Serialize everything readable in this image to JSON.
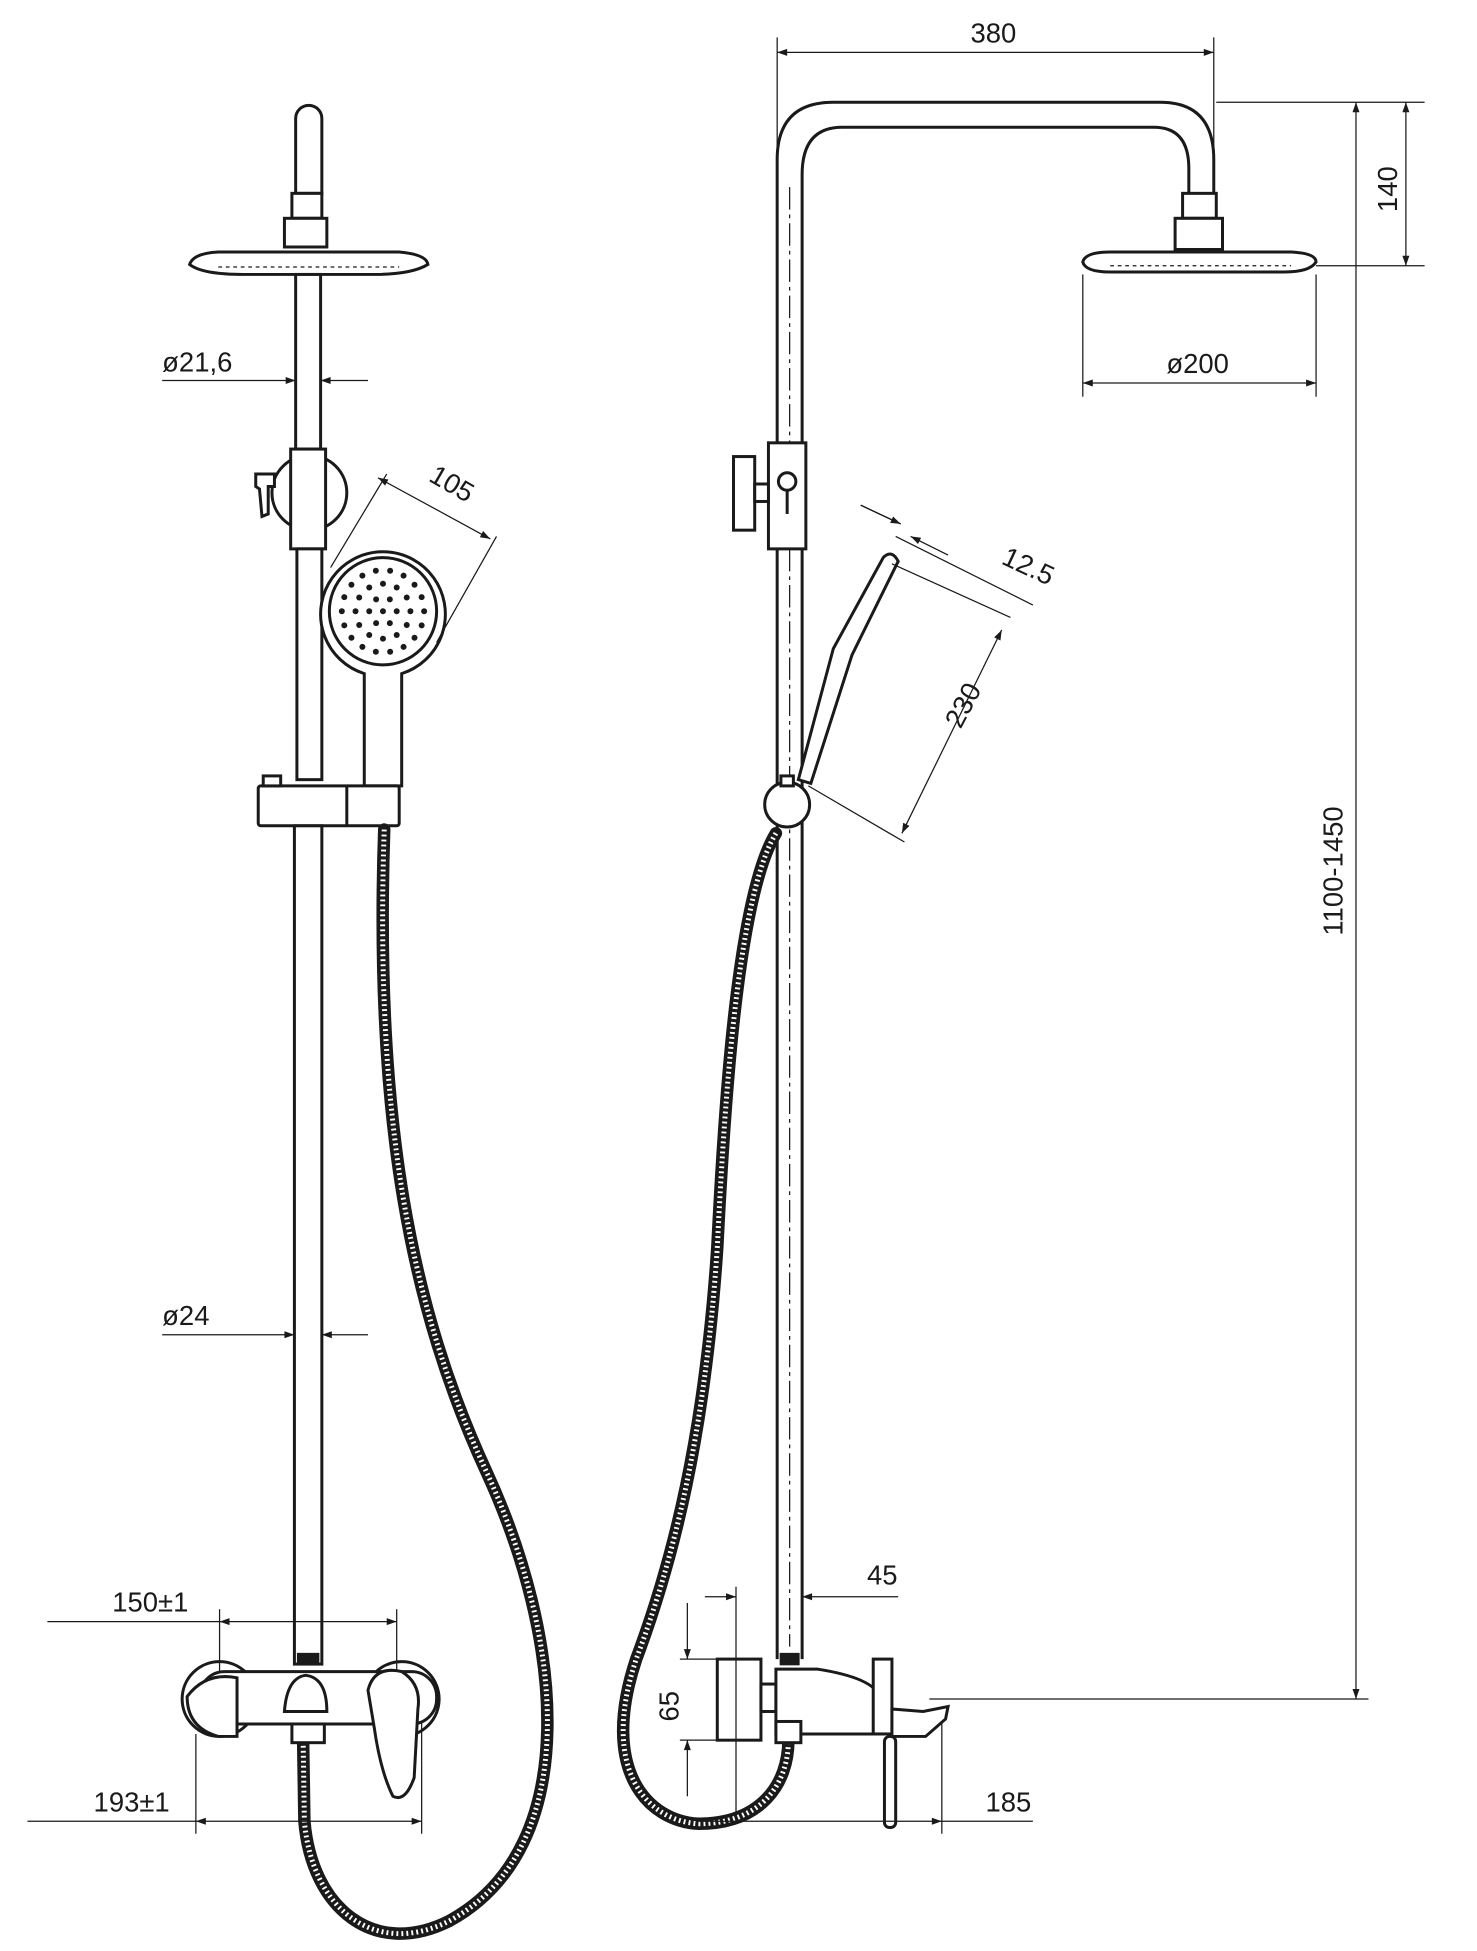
{
  "title": "Shower set dimensional drawing",
  "front_view": {
    "pipe_upper_diameter": "ø21,6",
    "pipe_lower_diameter": "ø24",
    "hand_shower_diameter": "105",
    "mixer_spacing": "150±1",
    "mixer_width": "193±1"
  },
  "side_view": {
    "arm_reach": "380",
    "head_drop": "140",
    "head_diameter": "ø200",
    "hand_shower_thickness": "12.5",
    "hand_shower_length": "230",
    "height_range": "1100-1450",
    "pipe_offset": "45",
    "mixer_height": "65",
    "spout_projection": "185"
  }
}
